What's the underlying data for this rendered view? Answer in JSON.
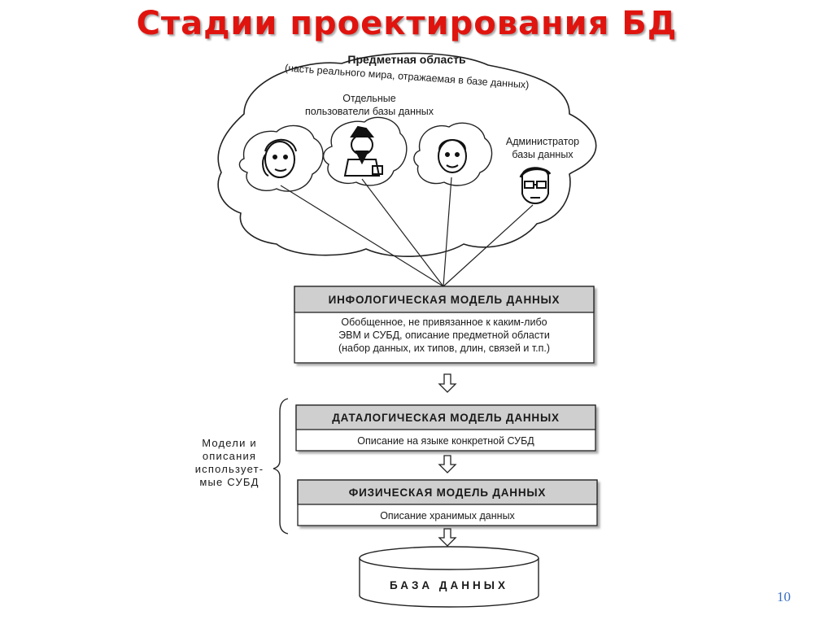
{
  "slide": {
    "title": "Стадии проектирования БД",
    "page_number": "10"
  },
  "domain_area": {
    "title": "Предметная область",
    "subtitle": "(часть реального мира, отражаемая в базе данных)",
    "users_label_line1": "Отдельные",
    "users_label_line2": "пользователи базы данных",
    "admin_label_line1": "Администратор",
    "admin_label_line2": "базы данных"
  },
  "infological": {
    "header": "ИНФОЛОГИЧЕСКАЯ  МОДЕЛЬ  ДАННЫХ",
    "line1": "Обобщенное,  не привязанное к каким-либо",
    "line2": "ЭВМ и СУБД, описание предметной области",
    "line3": "(набор данных, их типов, длин, связей и т.п.)"
  },
  "datalogical": {
    "header": "ДАТАЛОГИЧЕСКАЯ  МОДЕЛЬ  ДАННЫХ",
    "body": "Описание на языке конкретной СУБД"
  },
  "physical": {
    "header": "ФИЗИЧЕСКАЯ  МОДЕЛЬ  ДАННЫХ",
    "body": "Описание хранимых данных"
  },
  "side_note": {
    "line1": "Модели и",
    "line2": "описания",
    "line3": "использует-",
    "line4": "мые СУБД"
  },
  "database": {
    "label": "БАЗА ДАННЫХ"
  },
  "colors": {
    "title": "#e0140f",
    "header_fill": "#cfcfcf",
    "page_number": "#3a6fc4"
  }
}
